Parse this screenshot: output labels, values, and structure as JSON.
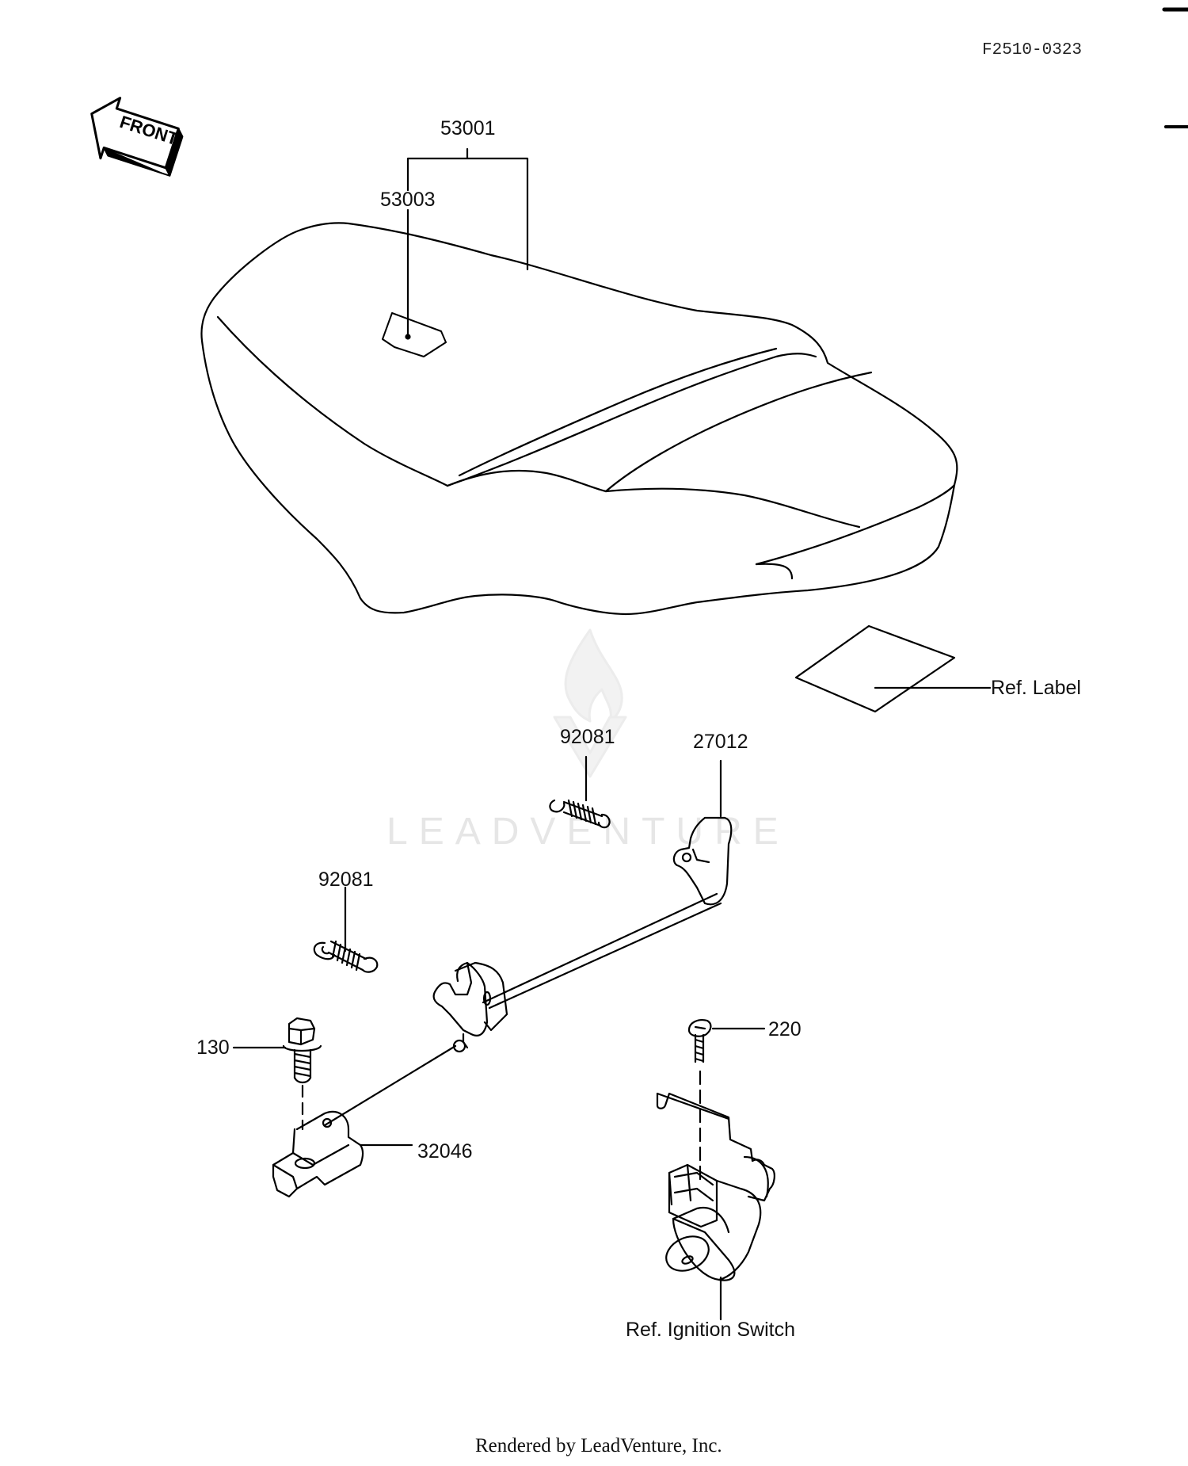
{
  "diagram_code": "F2510-0323",
  "front_badge": "FRONT",
  "watermark": "LEADVENTURE",
  "part_numbers": {
    "seat_assy": "53001",
    "seat_cover": "53003",
    "spring_upper": "92081",
    "spring_lower": "92081",
    "latch_rod": "27012",
    "bolt": "130",
    "bracket": "32046",
    "screw": "220"
  },
  "references": {
    "label": "Ref. Label",
    "ignition_switch": "Ref. Ignition Switch"
  },
  "footer": "Rendered by LeadVenture, Inc."
}
